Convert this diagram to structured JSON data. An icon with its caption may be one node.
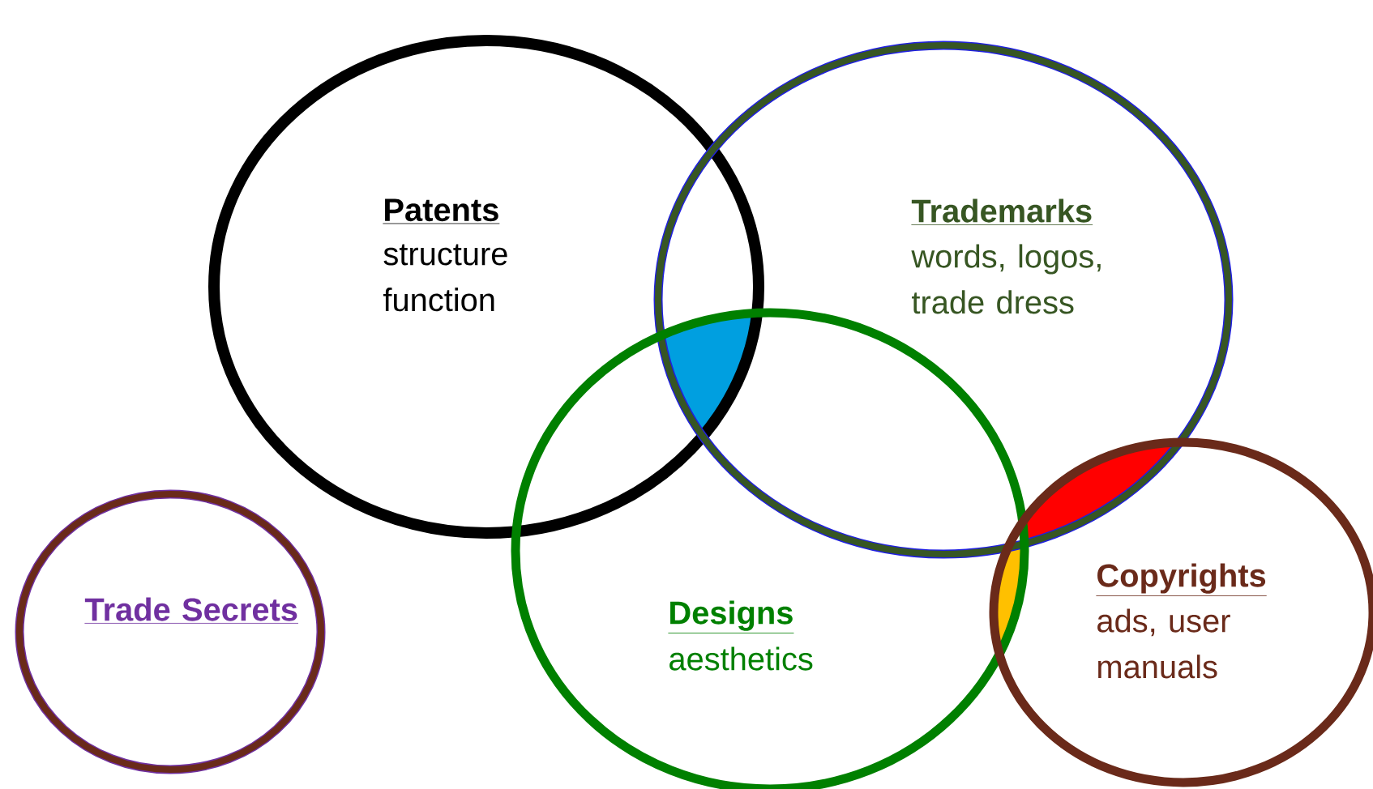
{
  "diagram": {
    "nodes": [
      {
        "text": [
          "Patents",
          "structure function"
        ]
      },
      {
        "text": [
          "Trademarks",
          "words, logos, trade dress"
        ]
      },
      {
        "text": [
          "Designs",
          "aesthetics"
        ]
      },
      {
        "text": [
          "Copyrights",
          "ads, user manuals"
        ]
      },
      {
        "text": [
          "Trade Secrets"
        ]
      }
    ]
  }
}
